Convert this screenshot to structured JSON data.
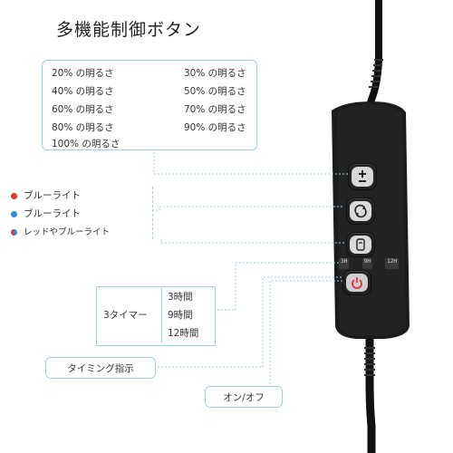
{
  "title": "多機能制御ボタン",
  "brightness": {
    "items": [
      "20% の明るさ",
      "30% の明るさ",
      "40% の明るさ",
      "50% の明るさ",
      "60% の明るさ",
      "70% の明るさ",
      "80% の明るさ",
      "90% の明るさ",
      "100% の明るさ"
    ]
  },
  "color_modes": [
    {
      "label": "ブルーライト",
      "color": "#e0343a"
    },
    {
      "label": "ブルーライト",
      "color": "#2d8fd8"
    },
    {
      "label": "レッドやブルーライト",
      "color": "#e0343a"
    }
  ],
  "timer": {
    "label": "3タイマー",
    "options": [
      "3時間",
      "9時間",
      "12時間"
    ],
    "indicators": [
      "3H",
      "9H",
      "12H"
    ]
  },
  "timing_label": "タイミング指示",
  "power_label": "オン/オフ",
  "colors": {
    "line": "#9fd0e8",
    "device": "#1b1b1b",
    "accent": "#e0343a"
  }
}
